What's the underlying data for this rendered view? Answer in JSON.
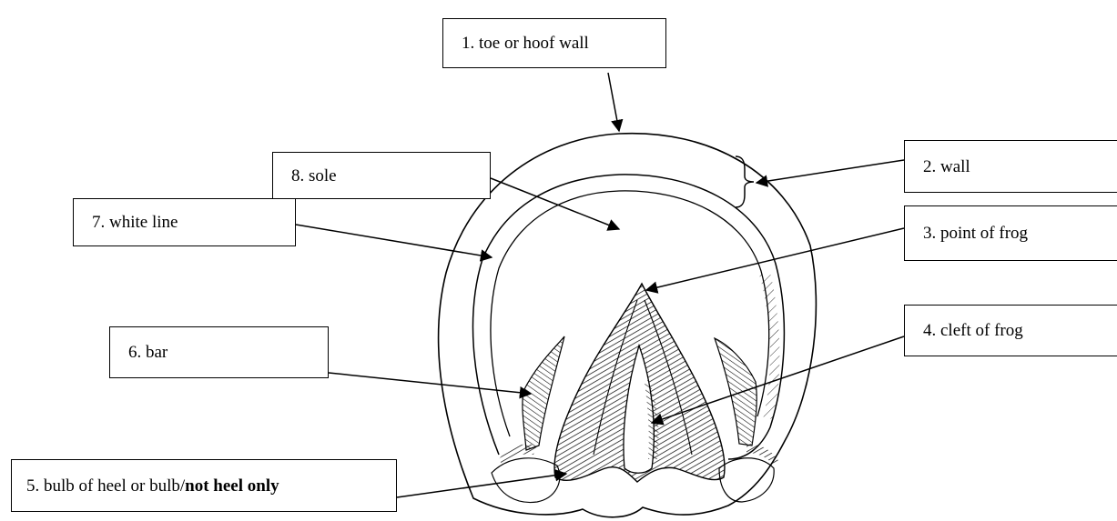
{
  "labels": {
    "toe": "1. toe or hoof wall",
    "wall": "2. wall",
    "point_of_frog": "3. point of frog",
    "cleft_of_frog": "4. cleft of frog",
    "bulb_prefix": "5. bulb of heel or bulb/",
    "bulb_bold": "not heel only",
    "bar": "6. bar",
    "white_line": "7. white line",
    "sole": "8. sole"
  },
  "colors": {
    "ink": "#000000",
    "background": "#ffffff"
  }
}
